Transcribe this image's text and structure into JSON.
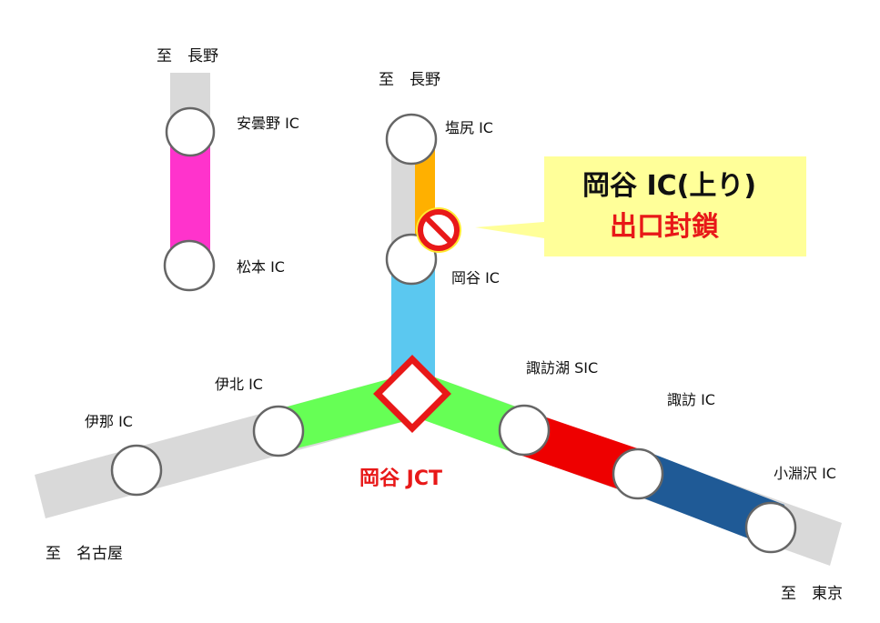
{
  "destinations": {
    "left_top": "至　長野",
    "center_top": "至　長野",
    "bottom_left": "至　名古屋",
    "bottom_right": "至　東京"
  },
  "interchanges": {
    "azumino": "安曇野 IC",
    "matsumoto": "松本 IC",
    "shiojiri": "塩尻 IC",
    "okaya": "岡谷 IC",
    "ihoku": "伊北 IC",
    "ina": "伊那 IC",
    "suwako_sic": "諏訪湖 SIC",
    "suwa": "諏訪 IC",
    "kobuchizawa": "小淵沢 IC"
  },
  "junction": {
    "label": "岡谷 JCT"
  },
  "notice": {
    "line1": "岡谷 IC(上り)",
    "line2": "出口封鎖",
    "icon": "no-entry-icon"
  },
  "colors": {
    "road_base": "#d9d9d9",
    "segment_magenta": "#ff33cc",
    "segment_orange": "#ffb000",
    "segment_lightblue": "#5bc8f0",
    "segment_green": "#66ff55",
    "segment_red": "#ee0000",
    "segment_blue": "#1f5a96",
    "junction_red": "#e81818",
    "callout_bg": "#ffff99",
    "notice_red": "#e81818"
  }
}
